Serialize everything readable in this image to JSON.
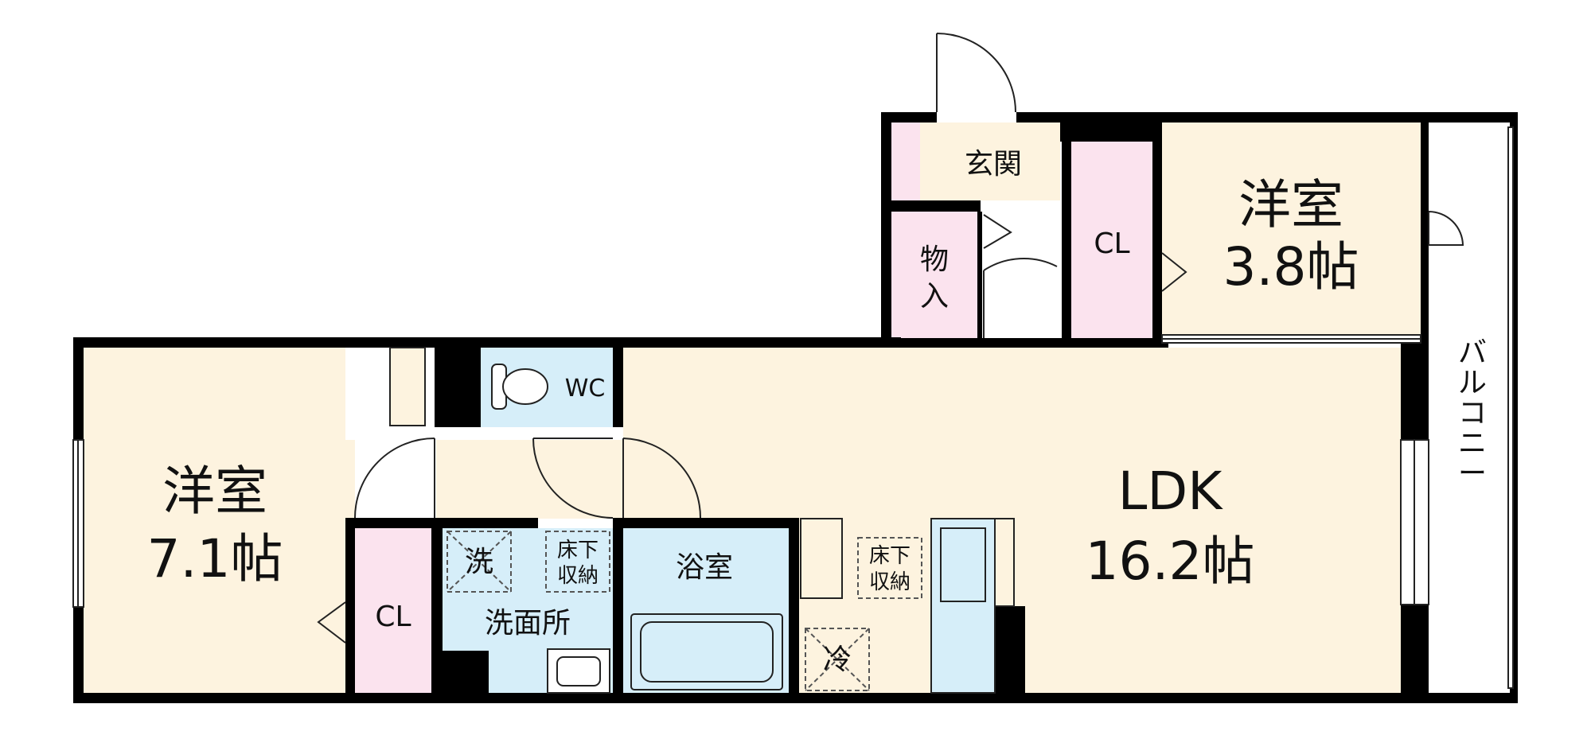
{
  "colors": {
    "wall": "#000000",
    "room": "#fdf3df",
    "storage": "#fbe3ee",
    "wet": "#d6eef9",
    "fixture": "#d6eef9",
    "line": "#222222",
    "dashed": "#555555"
  },
  "rooms": {
    "western_left": {
      "name": "洋室",
      "size": "7.1帖"
    },
    "western_right": {
      "name": "洋室",
      "size": "3.8帖"
    },
    "ldk": {
      "name": "LDK",
      "size": "16.2帖"
    },
    "entrance": "玄関",
    "storage_a": "物",
    "storage_b": "入",
    "closet_right": "CL",
    "closet_left": "CL",
    "toilet": "WC",
    "washroom": "洗面所",
    "bath": "浴室",
    "washer": "洗",
    "fridge": "冷",
    "underfloor_wash_a": "床下",
    "underfloor_wash_b": "収納",
    "underfloor_kitchen_a": "床下",
    "underfloor_kitchen_b": "収納",
    "balcony": "バルコニー"
  }
}
